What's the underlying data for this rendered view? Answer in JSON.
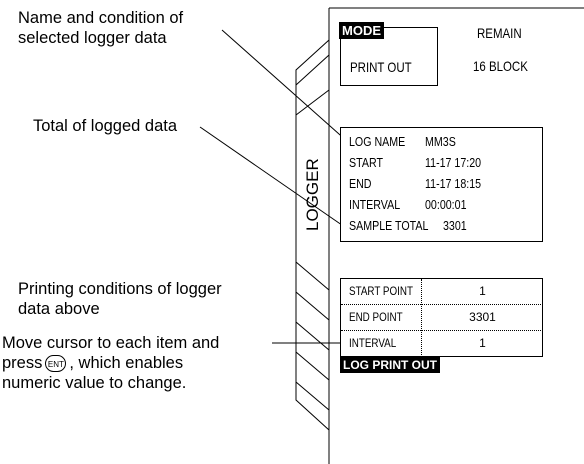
{
  "callouts": {
    "name_condition": [
      "Name and condition of",
      "selected logger data"
    ],
    "total": "Total of logged data",
    "printing_conditions": [
      "Printing conditions of logger",
      "data above"
    ],
    "move_cursor_pre": "Move cursor to each item and",
    "move_cursor_press": "press",
    "ent_key": "ENT",
    "move_cursor_post": ", which enables",
    "move_cursor_last": "numeric value to change."
  },
  "screen": {
    "side_label": "LOGGER",
    "mode_tab": "MODE",
    "mode_value": "PRINT OUT",
    "remain_label": "REMAIN",
    "remain_value": "16  BLOCK",
    "log_info": [
      {
        "label": "LOG NAME",
        "value": "MM3S"
      },
      {
        "label": "START",
        "value": "11-17 17:20"
      },
      {
        "label": "END",
        "value": "11-17 18:15"
      },
      {
        "label": "INTERVAL",
        "value": "00:00:01"
      },
      {
        "label": "SAMPLE TOTAL",
        "value": "3301"
      }
    ],
    "print_table": [
      {
        "label": "START POINT",
        "value": "1"
      },
      {
        "label": "END POINT",
        "value": "3301"
      },
      {
        "label": "INTERVAL",
        "value": "1"
      }
    ],
    "log_print_out": "LOG PRINT OUT"
  }
}
